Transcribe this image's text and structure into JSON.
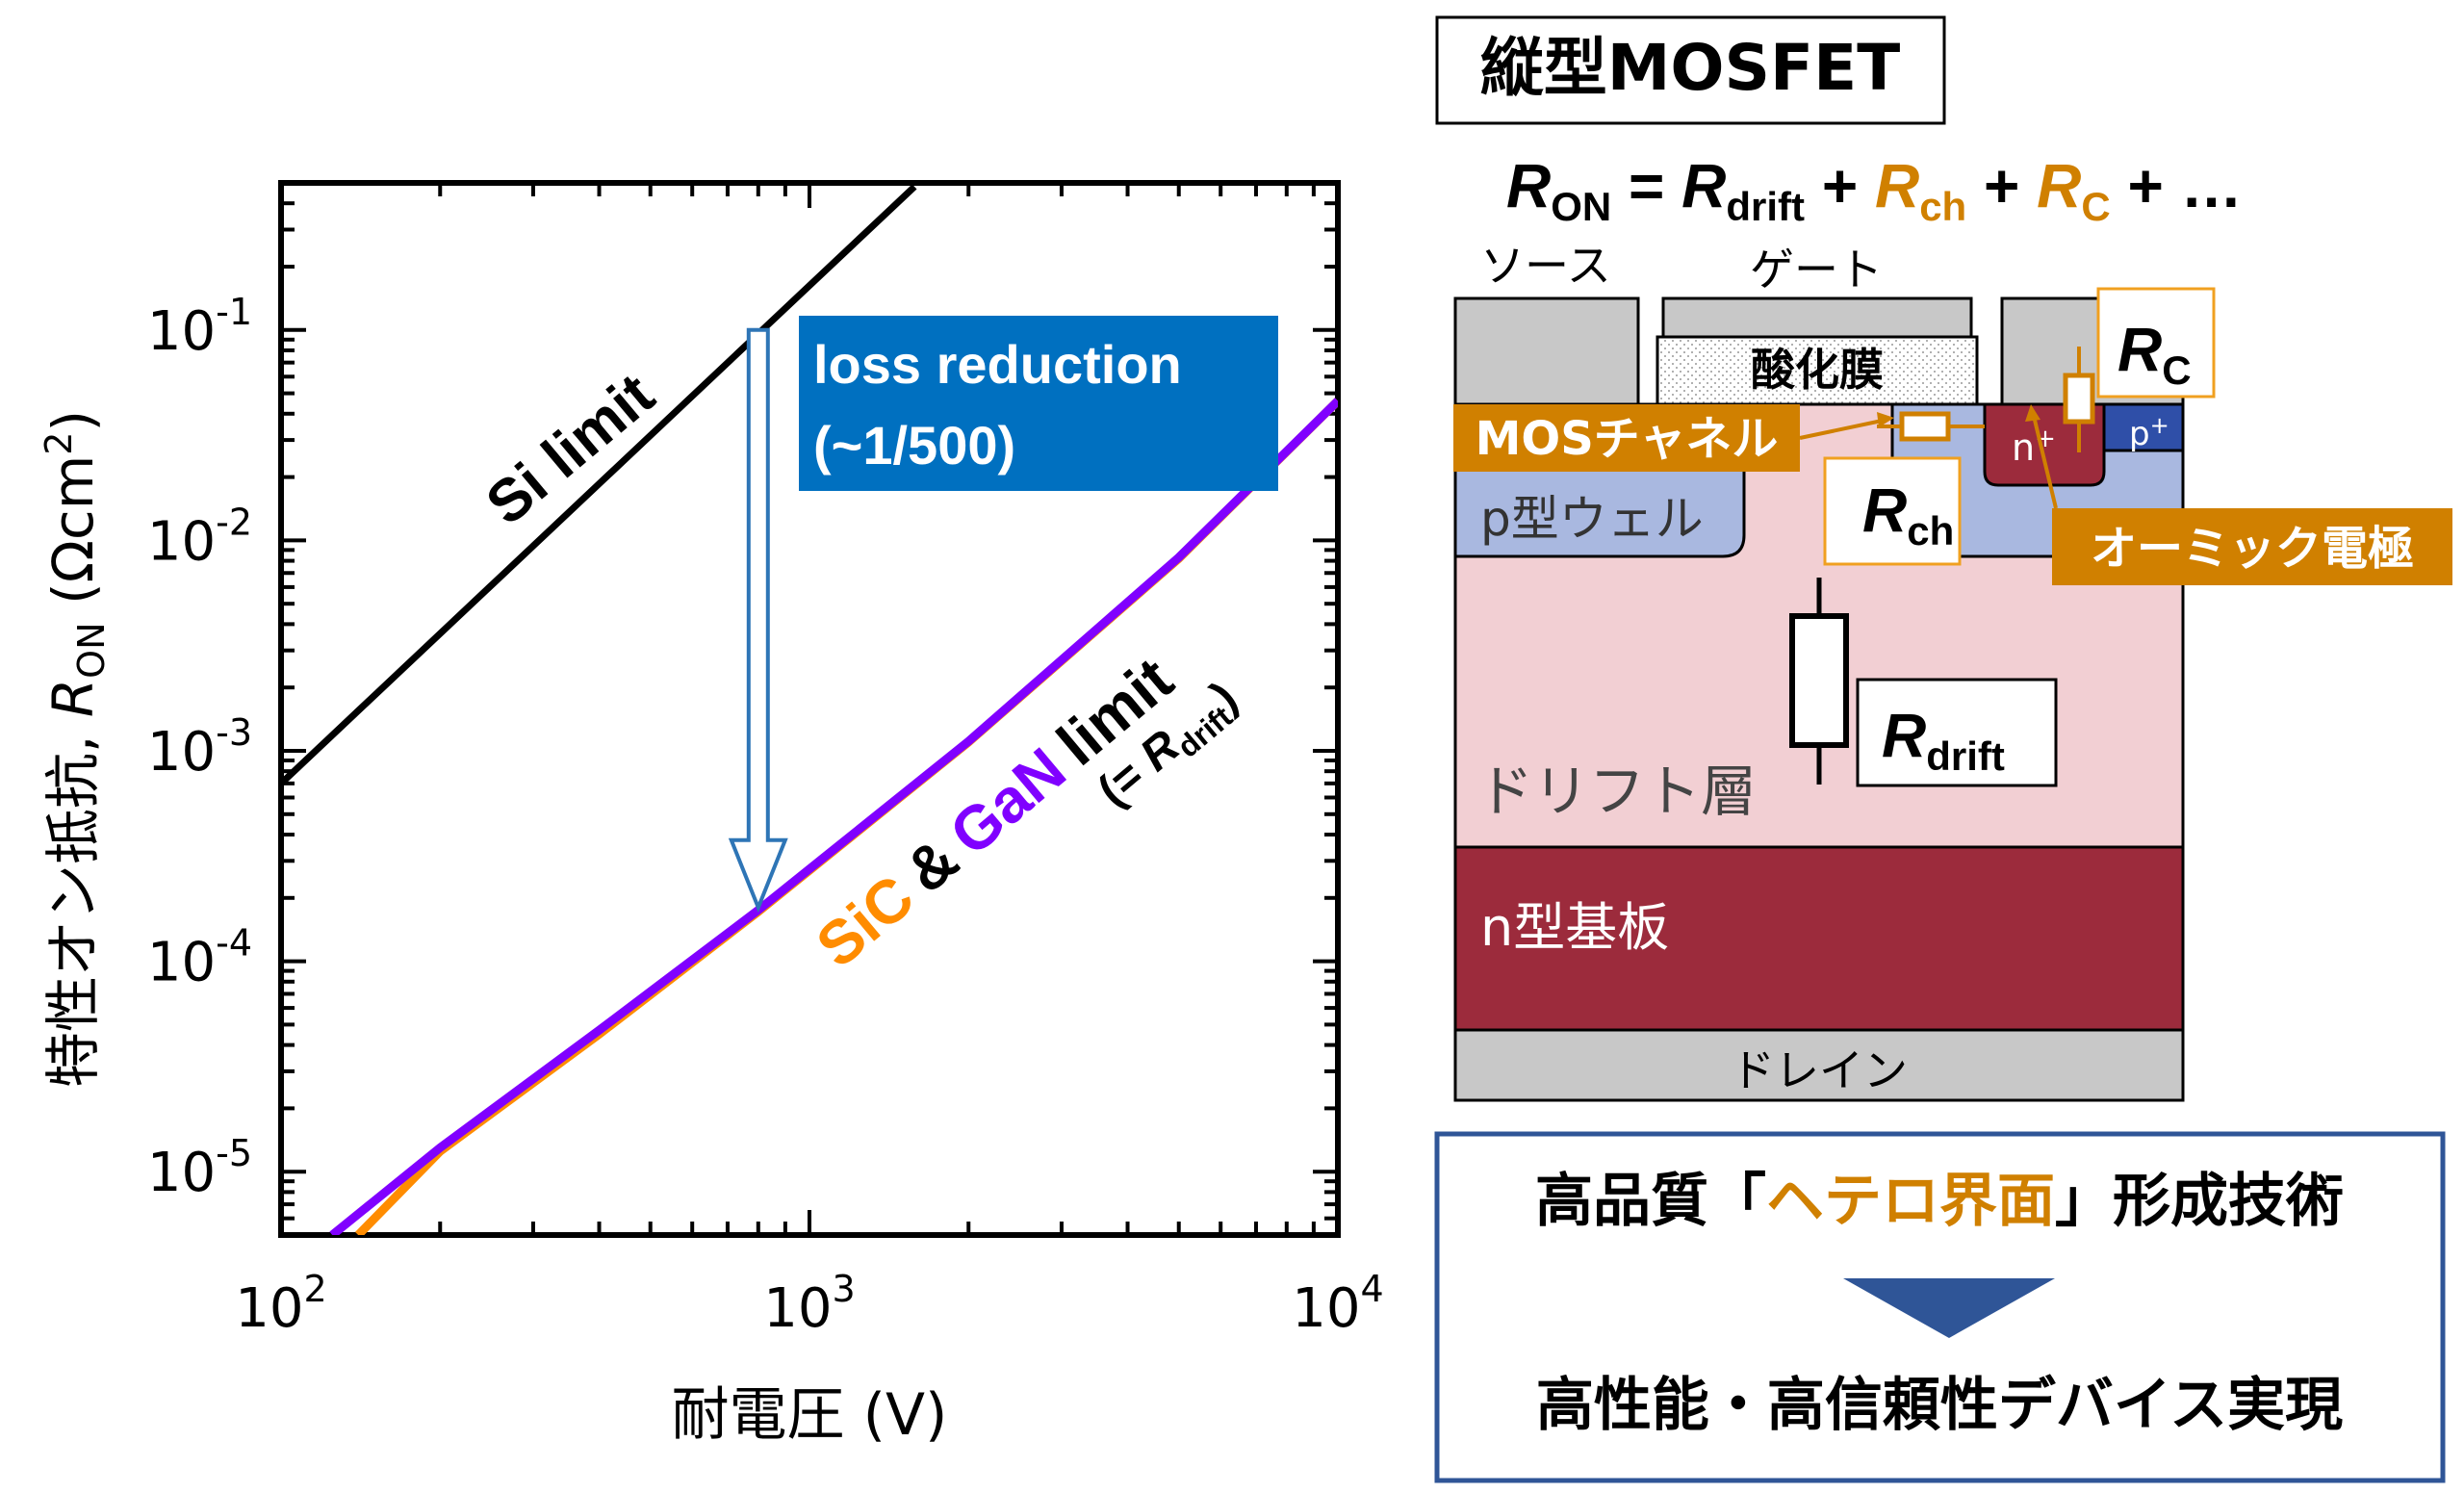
{
  "chart": {
    "y_axis_label": "特性オン抵抗, ",
    "y_axis_R": "R",
    "y_axis_sub": "ON",
    "y_axis_unit": " (Ωcm",
    "y_axis_unit_sup": "2",
    "y_axis_unit_end": ")",
    "x_axis_label": "耐電圧 (V)",
    "si_label": "Si limit",
    "sic_label": "SiC",
    "amp": "&",
    "gan_label": "GaN",
    "limit_word": "limit",
    "rdrift_eq_open": "(= ",
    "rdrift_R": "R",
    "rdrift_sub": "drift",
    "rdrift_close": ")",
    "loss_line1": "loss reduction",
    "loss_line2": "(~1/500)",
    "colors": {
      "si": "#000000",
      "sic": "#ff8c00",
      "gan": "#8000ff",
      "loss_box": "#0070c0",
      "arrow": "#2e75b6"
    }
  },
  "chart_data": {
    "type": "line",
    "xscale": "log",
    "yscale": "log",
    "xlim": [
      100,
      10000
    ],
    "ylim": [
      5e-06,
      0.5
    ],
    "xlabel": "耐電圧 (V)",
    "ylabel": "特性オン抵抗, R_ON (Ωcm2)",
    "x_ticks": [
      "10",
      "10",
      "10"
    ],
    "x_tick_exp": [
      "2",
      "3",
      "4"
    ],
    "y_ticks": [
      "10",
      "10",
      "10",
      "10",
      "10"
    ],
    "y_tick_exp": [
      "-5",
      "-4",
      "-3",
      "-2",
      "-1"
    ],
    "series": [
      {
        "name": "Si limit",
        "x": [
          100,
          1580
        ],
        "y": [
          0.0007,
          0.48
        ]
      },
      {
        "name": "SiC",
        "x": [
          140,
          200,
          400,
          800,
          2000,
          5000,
          10000
        ],
        "y": [
          5e-06,
          1.25e-05,
          4.5e-05,
          0.000172,
          0.0011,
          0.0082,
          0.046
        ]
      },
      {
        "name": "GaN",
        "x": [
          125,
          200,
          400,
          800,
          2000,
          5000,
          10000
        ],
        "y": [
          5e-06,
          1.3e-05,
          4.7e-05,
          0.000175,
          0.00111,
          0.0083,
          0.046
        ]
      }
    ],
    "annotation_arrow": {
      "x": 800,
      "y_from": 0.1,
      "y_to": 0.00018,
      "label": "loss reduction (~1/500)"
    }
  },
  "diagram": {
    "title": "縦型MOSFET",
    "eq_lhs_R": "R",
    "eq_lhs_sub": "ON",
    "eq_equals": " = ",
    "eq_t1_R": "R",
    "eq_t1_sub": "drift",
    "eq_plus1": " + ",
    "eq_t2_R": "R",
    "eq_t2_sub": "ch",
    "eq_plus2": " + ",
    "eq_t3_R": "R",
    "eq_t3_sub": "C",
    "eq_tail": " + …",
    "source_label": "ソース",
    "gate_label": "ゲート",
    "oxide_label": "酸化膜",
    "mos_channel": "MOSチャネル",
    "n_plus": "n",
    "n_plus_sup": "+",
    "p_plus": "p",
    "p_plus_sup": "+",
    "p_well": "p型ウェル",
    "ohmic": "オーミック電極",
    "drift_layer": "ドリフト層",
    "substrate": "n型基板",
    "drain": "ドレイン",
    "rc_R": "R",
    "rc_sub": "C",
    "rch_R": "R",
    "rch_sub": "ch",
    "rdrift_R": "R",
    "rdrift_sub": "drift",
    "colors": {
      "metal": "#c8c8c8",
      "n_plus": "#9c2b3c",
      "p_well": "#a9b8e0",
      "drift": "#f2cfd3",
      "orange": "#d08000"
    }
  },
  "summary": {
    "line1_a": "高品質「",
    "line1_b": "ヘテロ界面",
    "line1_c": "」形成技術",
    "line2": "高性能・高信頼性デバイス実現",
    "colors": {
      "border": "#2f5597",
      "highlight": "#d08000",
      "arrow": "#2f5597"
    }
  }
}
